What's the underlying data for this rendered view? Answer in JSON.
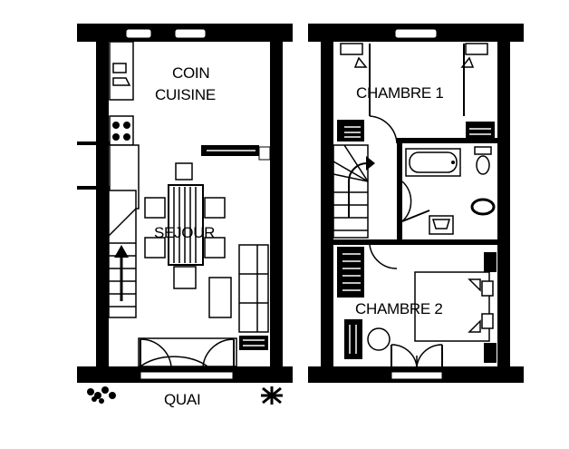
{
  "diagram": {
    "type": "floor-plan",
    "colors": {
      "ink": "#000000",
      "paper": "#ffffff"
    },
    "ground_floor": {
      "rooms": [
        {
          "id": "coin-cuisine",
          "line1": "COIN",
          "line2": "CUISINE"
        },
        {
          "id": "sejour",
          "label": "SEJOUR"
        }
      ],
      "outside_label": "QUAI"
    },
    "upper_floor": {
      "rooms": [
        {
          "id": "chambre-1",
          "label": "CHAMBRE 1"
        },
        {
          "id": "chambre-2",
          "label": "CHAMBRE 2"
        }
      ]
    }
  }
}
